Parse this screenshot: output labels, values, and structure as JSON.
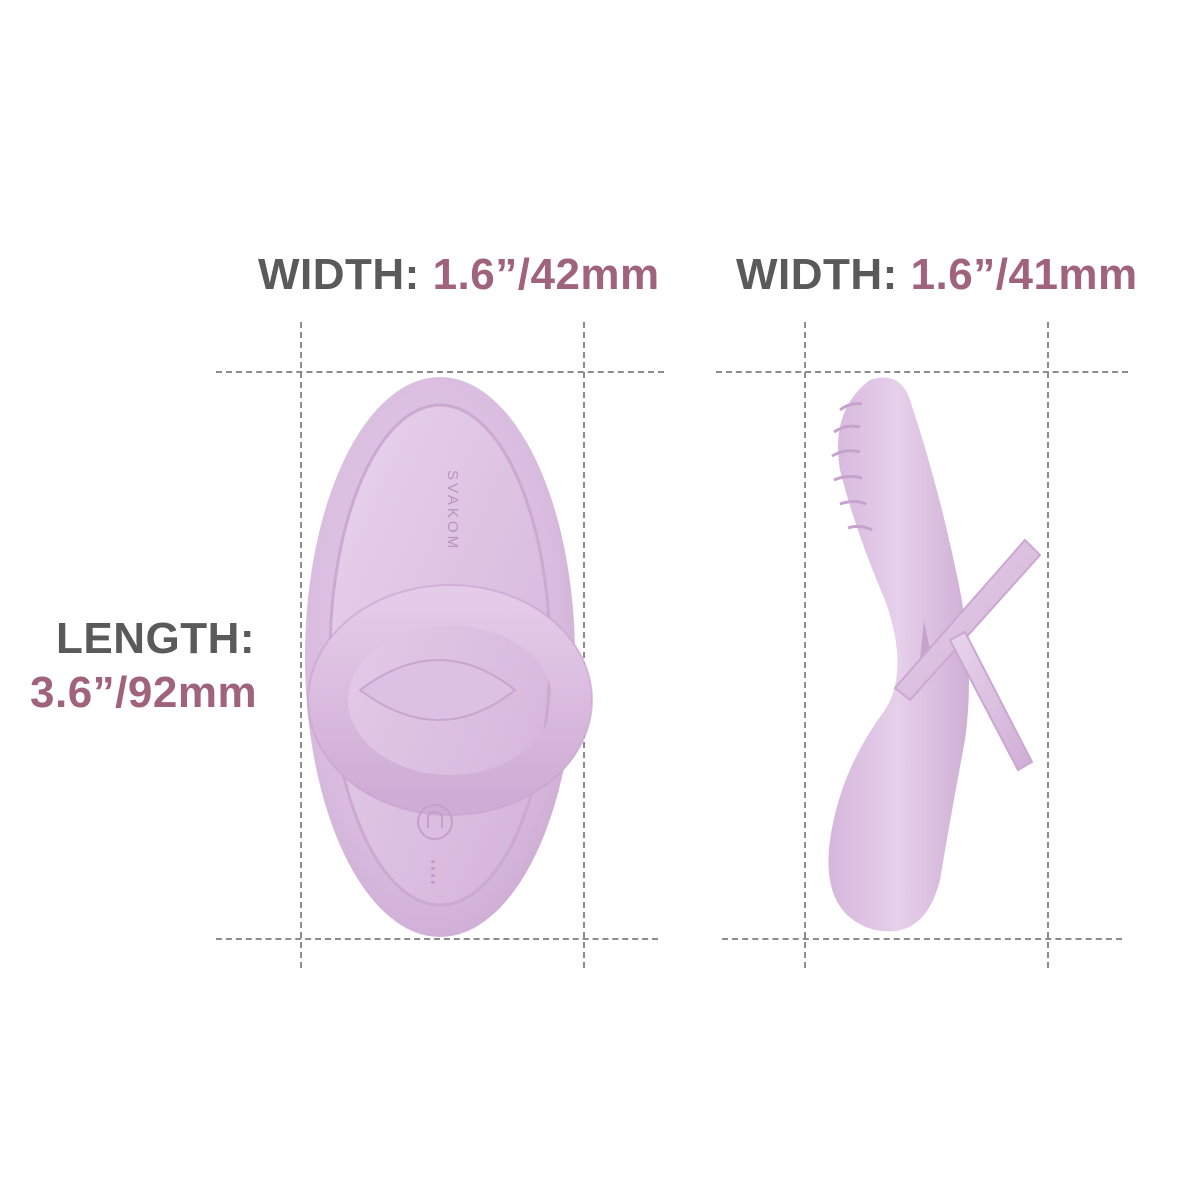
{
  "dimensions": {
    "front_width": {
      "label": "WIDTH:",
      "value": "1.6”/42mm"
    },
    "side_width": {
      "label": "WIDTH:",
      "value": "1.6”/41mm"
    },
    "length": {
      "label": "LENGTH:",
      "value": "3.6”/92mm"
    }
  },
  "product": {
    "brand_mark": "SVAKOM",
    "color": "#dcc1e2",
    "front_view": "front-view",
    "side_view": "side-view"
  },
  "guides": {
    "color": "#8c8c8c",
    "style": "dashed"
  }
}
